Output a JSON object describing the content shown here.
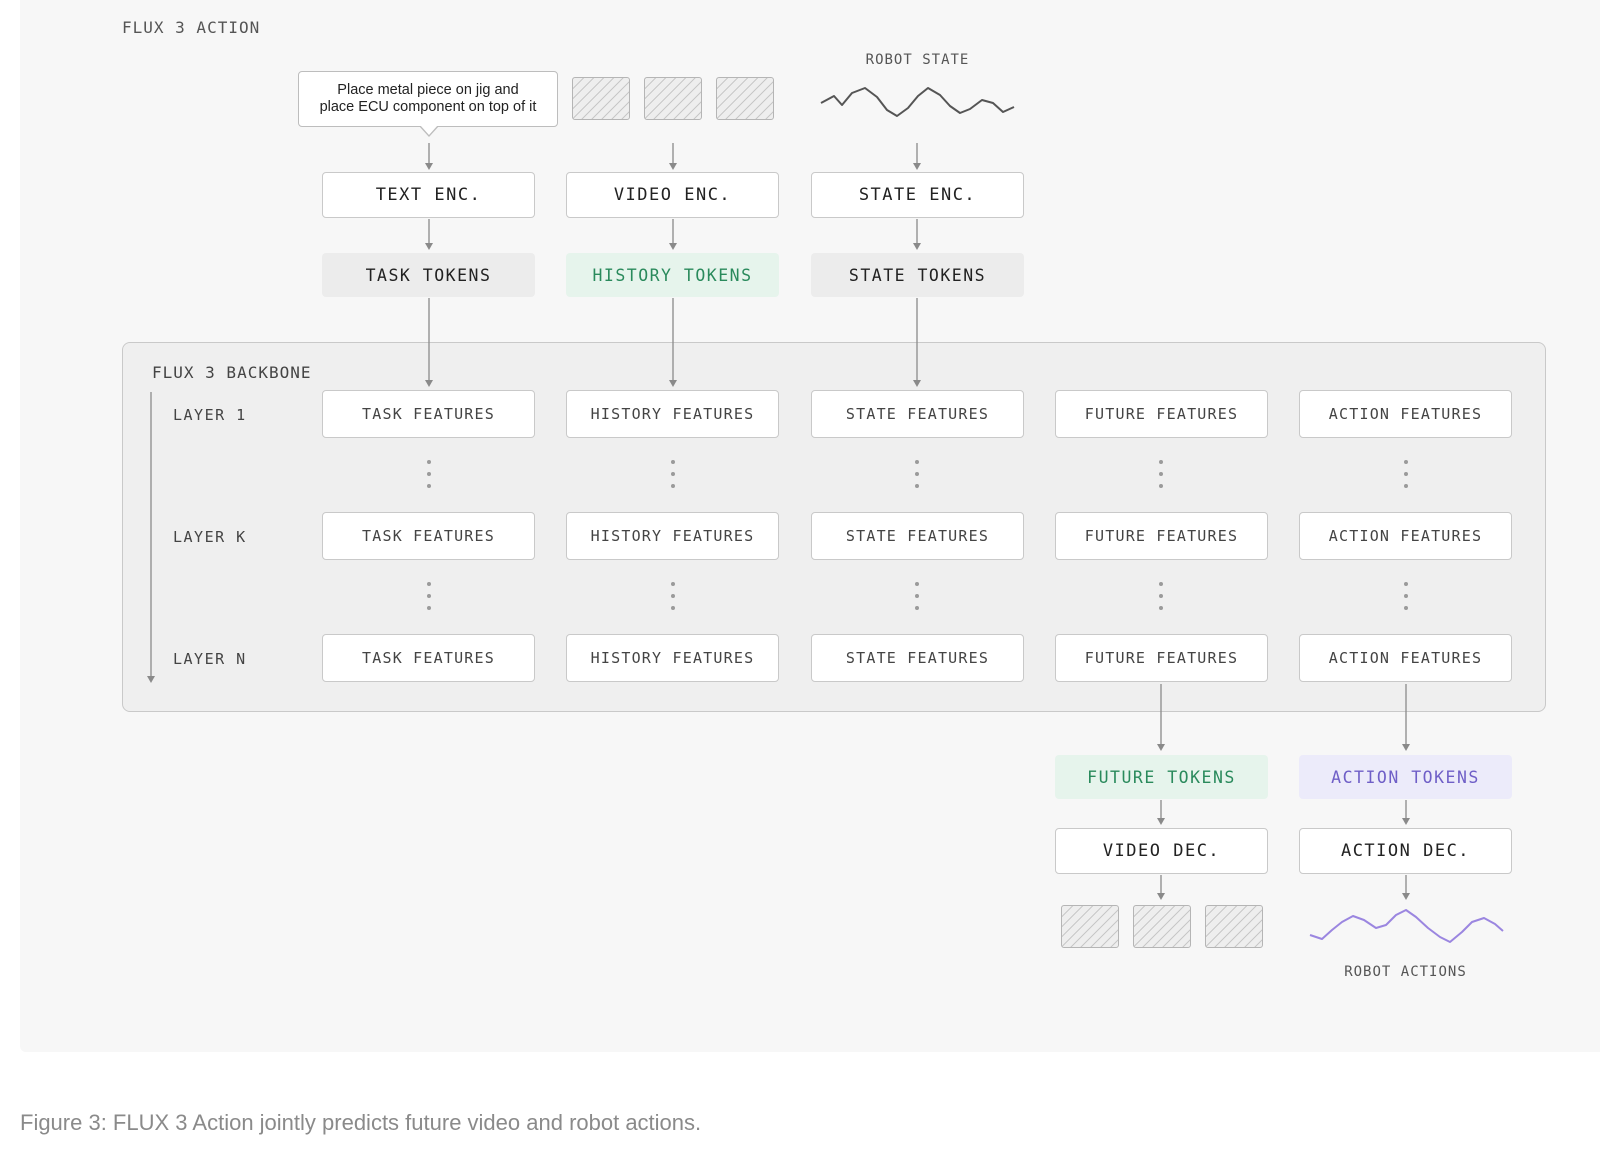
{
  "diagram": {
    "title": "FLUX 3 ACTION",
    "prompt_text": "Place metal piece on jig and\nplace ECU component on top of it",
    "robot_state_label": "ROBOT STATE",
    "encoders": [
      "TEXT ENC.",
      "VIDEO ENC.",
      "STATE ENC."
    ],
    "input_tokens": [
      "TASK TOKENS",
      "HISTORY TOKENS",
      "STATE TOKENS"
    ],
    "backbone": {
      "label": "FLUX 3 BACKBONE",
      "layers": [
        "LAYER 1",
        "LAYER K",
        "LAYER N"
      ],
      "features": [
        "TASK FEATURES",
        "HISTORY FEATURES",
        "STATE FEATURES",
        "FUTURE FEATURES",
        "ACTION FEATURES"
      ]
    },
    "output_tokens": [
      "FUTURE TOKENS",
      "ACTION TOKENS"
    ],
    "decoders": [
      "VIDEO DEC.",
      "ACTION DEC."
    ],
    "robot_actions_label": "ROBOT ACTIONS",
    "colors": {
      "history_tokens": "#2a8a5c",
      "future_tokens": "#2a8a5c",
      "action_tokens": "#6f5fc7",
      "robot_actions_curve": "#9b86e0"
    }
  },
  "caption": "Figure 3: FLUX 3 Action jointly predicts future video and robot actions."
}
